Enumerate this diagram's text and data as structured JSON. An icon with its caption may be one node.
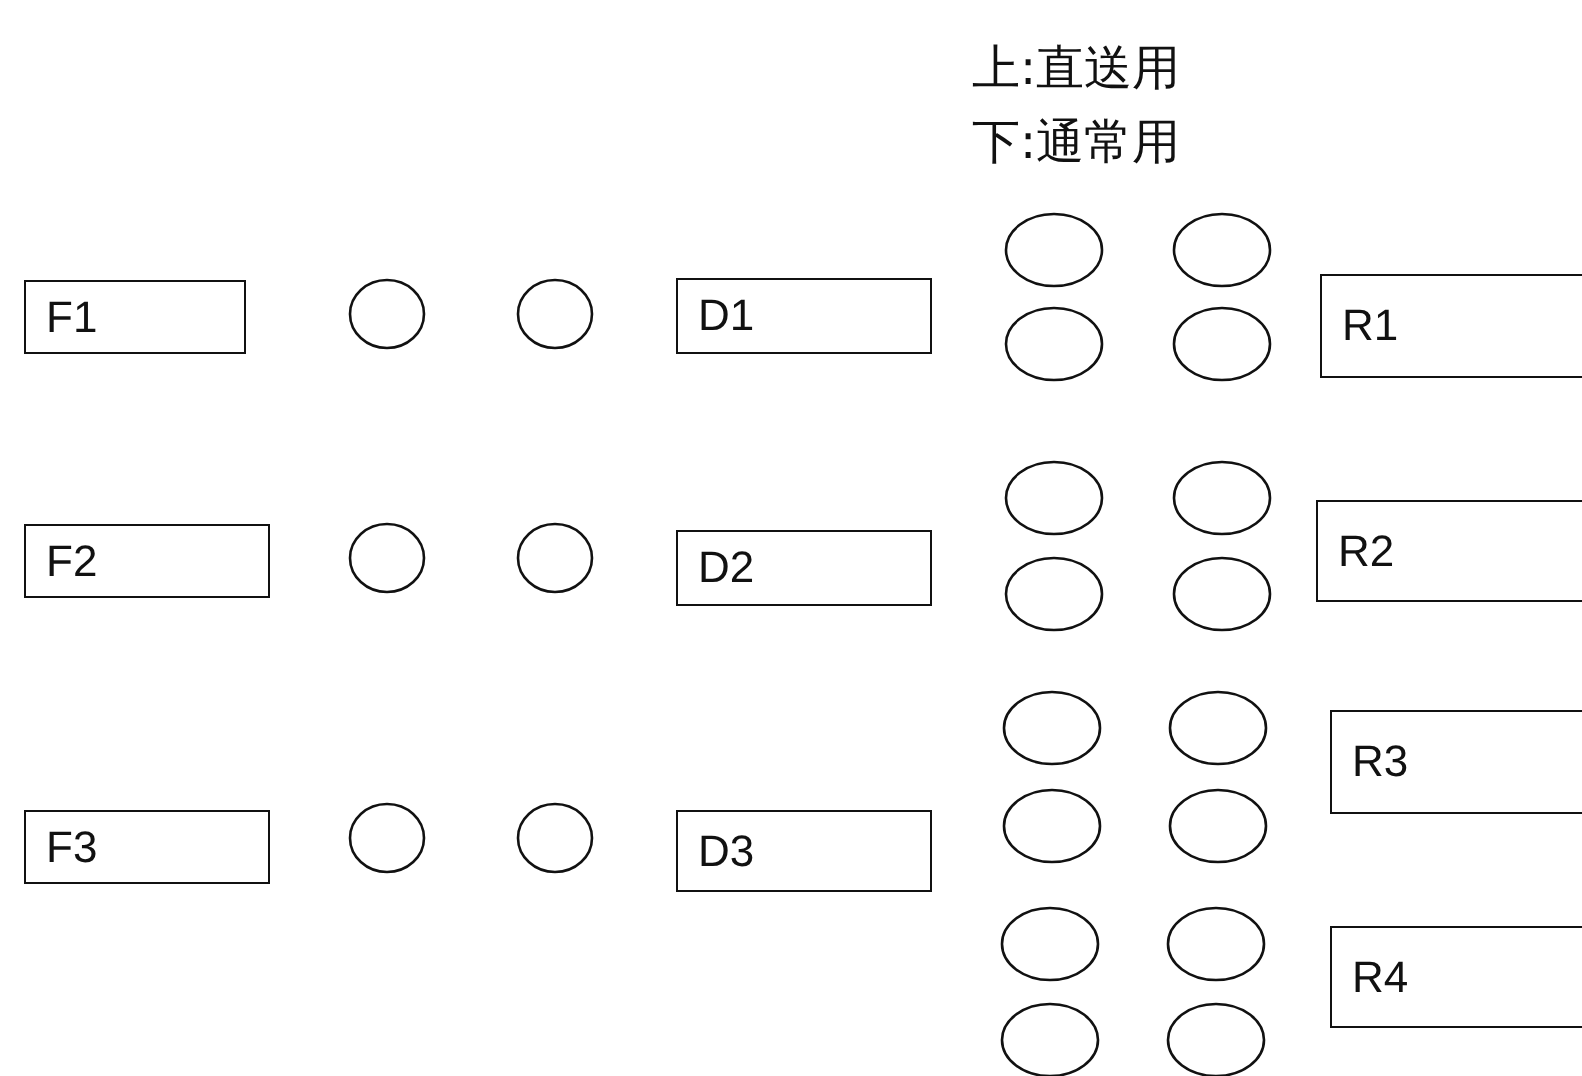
{
  "diagram": {
    "labels": [
      "上:直送用",
      "下:通常用"
    ],
    "nodes": [
      {
        "text": [
          "F1"
        ]
      },
      {
        "text": [],
        "shape": "ellipse"
      },
      {
        "text": [],
        "shape": "ellipse"
      },
      {
        "text": [
          "D1"
        ]
      },
      {
        "text": [],
        "shape": "ellipse"
      },
      {
        "text": [],
        "shape": "ellipse"
      },
      {
        "text": [],
        "shape": "ellipse"
      },
      {
        "text": [],
        "shape": "ellipse"
      },
      {
        "text": [
          "R1"
        ]
      },
      {
        "text": [
          "F2"
        ]
      },
      {
        "text": [],
        "shape": "ellipse"
      },
      {
        "text": [],
        "shape": "ellipse"
      },
      {
        "text": [
          "D2"
        ]
      },
      {
        "text": [],
        "shape": "ellipse"
      },
      {
        "text": [],
        "shape": "ellipse"
      },
      {
        "text": [],
        "shape": "ellipse"
      },
      {
        "text": [],
        "shape": "ellipse"
      },
      {
        "text": [
          "R2"
        ]
      },
      {
        "text": [],
        "shape": "ellipse"
      },
      {
        "text": [],
        "shape": "ellipse"
      },
      {
        "text": [],
        "shape": "ellipse"
      },
      {
        "text": [],
        "shape": "ellipse"
      },
      {
        "text": [
          "R3"
        ]
      },
      {
        "text": [
          "F3"
        ]
      },
      {
        "text": [],
        "shape": "ellipse"
      },
      {
        "text": [],
        "shape": "ellipse"
      },
      {
        "text": [
          "D3"
        ]
      },
      {
        "text": [],
        "shape": "ellipse"
      },
      {
        "text": [],
        "shape": "ellipse"
      },
      {
        "text": [],
        "shape": "ellipse"
      },
      {
        "text": [],
        "shape": "ellipse"
      },
      {
        "text": [
          "R4"
        ]
      }
    ]
  }
}
